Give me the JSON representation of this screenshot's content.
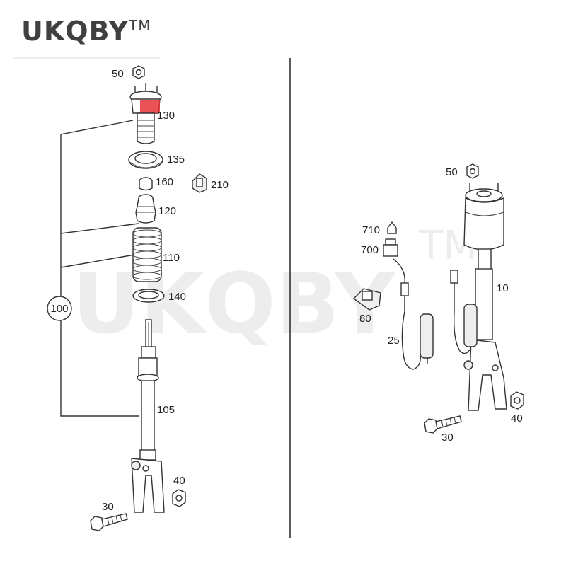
{
  "brand": {
    "name": "UKQBY",
    "tm": "TM"
  },
  "watermark": {
    "text": "UKQBY",
    "tm": "TM"
  },
  "highlight_color": "#e8343a",
  "left_panel": {
    "callouts": {
      "p50": "50",
      "p130": "130",
      "p135": "135",
      "p160": "160",
      "p210": "210",
      "p120": "120",
      "p110": "110",
      "p140": "140",
      "p100": "100",
      "p105": "105",
      "p40": "40",
      "p30": "30"
    }
  },
  "right_panel": {
    "callouts": {
      "p50": "50",
      "p710": "710",
      "p700": "700",
      "p80": "80",
      "p25": "25",
      "p10": "10",
      "p40": "40",
      "p30": "30"
    }
  }
}
